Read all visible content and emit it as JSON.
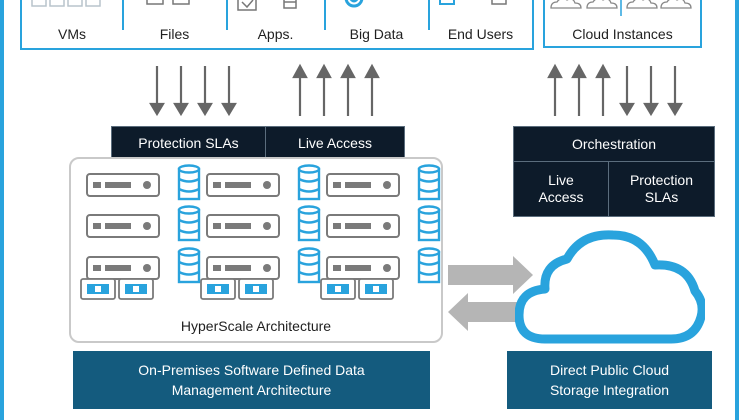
{
  "top_workloads": {
    "items": [
      "VMs",
      "Files",
      "Apps.",
      "Big Data",
      "End Users"
    ]
  },
  "cloud_top": {
    "label": "Cloud Instances"
  },
  "left_tabs": {
    "protection": "Protection SLAs",
    "live": "Live Access"
  },
  "orchestration": {
    "title": "Orchestration",
    "live": "Live\nAccess",
    "protection": "Protection\nSLAs"
  },
  "hyperscale": {
    "label": "HyperScale Architecture"
  },
  "bottom_left": {
    "text": "On-Premises Software Defined Data\nManagement Architecture"
  },
  "bottom_right": {
    "text": "Direct Public Cloud\nStorage Integration"
  },
  "colors": {
    "accent": "#29a3dd",
    "dark": "#0d1b2a",
    "teal": "#145b7e",
    "arrow": "#666666",
    "grey": "#b5b5b5"
  }
}
